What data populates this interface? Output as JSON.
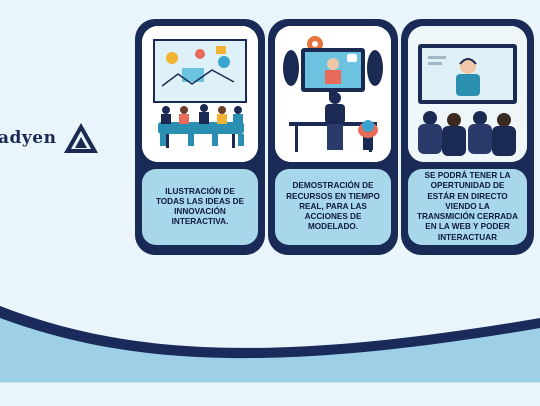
{
  "brand": {
    "name": "adyen",
    "logo_icon": "mountain-logo-icon"
  },
  "cards": [
    {
      "text": "ILUSTRACIÓN DE TODAS LAS IDEAS DE INNOVACIÓN INTERACTIVA.",
      "icon": "meeting-room-illustration"
    },
    {
      "text": "DEMOSTRACIÓN DE RECURSOS EN TIEMPO REAL, PARA LAS ACCIONES DE MODELADO.",
      "icon": "video-call-desk-illustration"
    },
    {
      "text": "SE PODRÁ TENER LA OPERTUNIDAD DE ESTÁR EN DIRECTO VIENDO LA TRANSMICIÓN CERRADA EN LA WEB Y PODER INTERACTUAR",
      "icon": "audience-webinar-illustration"
    }
  ],
  "colors": {
    "background": "#eaf5fb",
    "card": "#182a55",
    "card_label": "#a9d7ea",
    "wave_dark": "#1a2a5a",
    "wave_light": "#9dd0e6"
  }
}
